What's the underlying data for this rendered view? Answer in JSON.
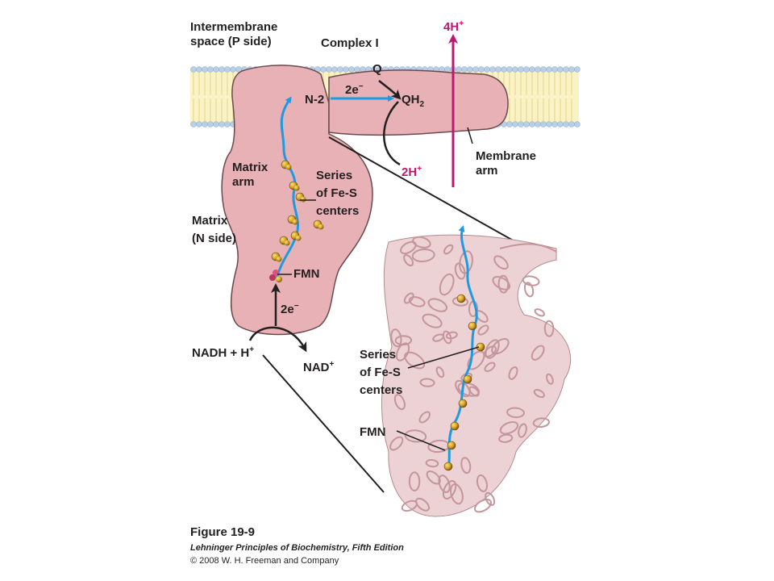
{
  "labels": {
    "intermembrane_line1": "Intermembrane",
    "intermembrane_line2": "space (P side)",
    "complex": "Complex I",
    "q": "Q",
    "qh2": "QH",
    "qh2_sub": "2",
    "n2": "N-2",
    "e_transfer_top": "2e",
    "e_transfer_bottom": "2e",
    "minus": "−",
    "four_h": "4H",
    "two_h": "2H",
    "plus": "+",
    "membrane_arm_line1": "Membrane",
    "membrane_arm_line2": "arm",
    "matrix_arm_line1": "Matrix",
    "matrix_arm_line2": "arm",
    "fes_line1": "Series",
    "fes_line2": "of Fe-S",
    "fes_line3": "centers",
    "matrix_line1": "Matrix",
    "matrix_line2": "(N side)",
    "fmn": "FMN",
    "nadh": "NADH + H",
    "nad": "NAD",
    "fes2_line1": "Series",
    "fes2_line2": "of Fe-S",
    "fes2_line3": "centers",
    "fmn2": "FMN"
  },
  "caption": {
    "title": "Figure 19-9",
    "book": "Lehninger Principles of Biochemistry, Fifth Edition",
    "copyright": "© 2008 W. H. Freeman and Company"
  },
  "colors": {
    "protein": "#e8b1b6",
    "protein_edge": "#6b4a4d",
    "membrane": "#fbf3c6",
    "headgroup": "#b9cfe9",
    "electron_path": "#1e9be0",
    "proton": "#c0166f",
    "fes_cluster": "#d6a02a",
    "ribbon": "#d4a8ad"
  }
}
